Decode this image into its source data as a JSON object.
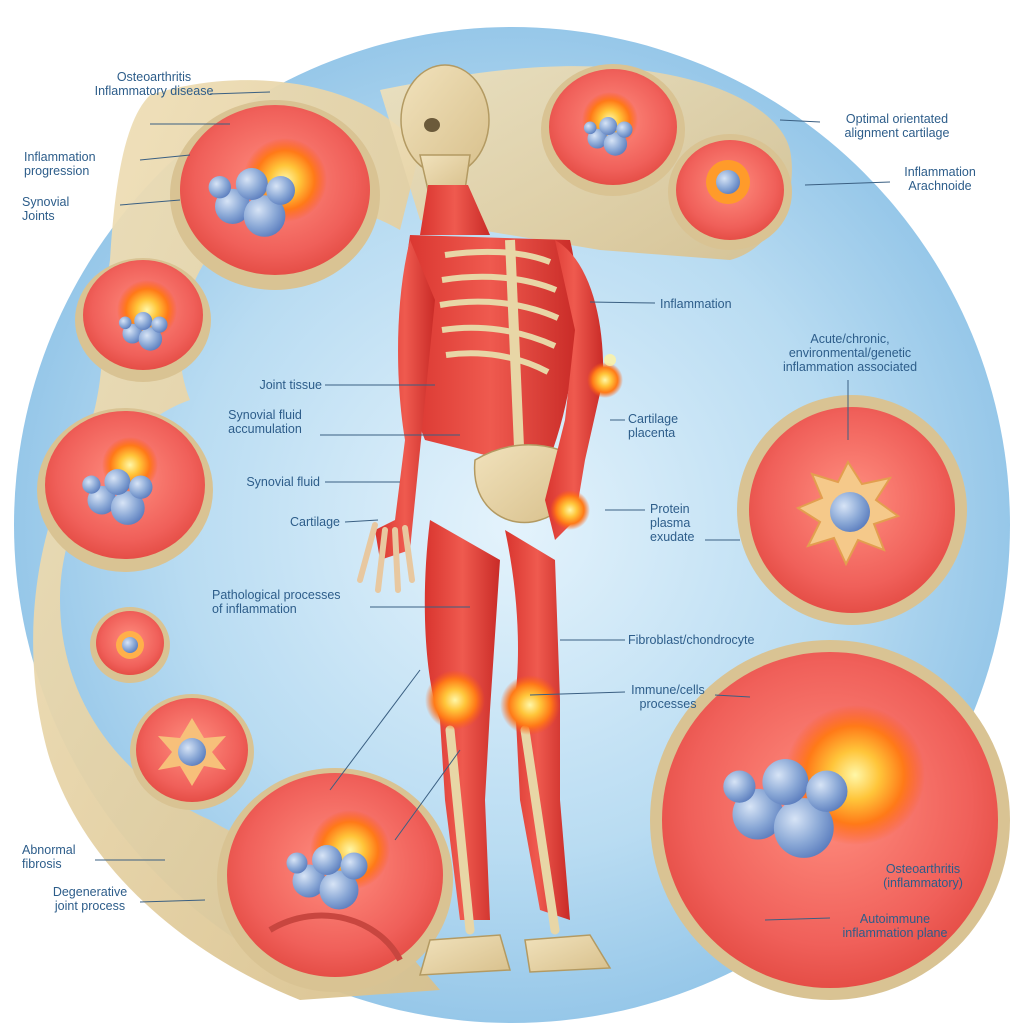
{
  "labels": {
    "top_left_1": [
      "Osteoarthritis",
      "Inflammatory disease"
    ],
    "top_left_2": [
      "Inflammation",
      "progression"
    ],
    "top_left_3": [
      "Synovial",
      "Joints"
    ],
    "top_right_1": [
      "Optimal orientated",
      "alignment cartilage"
    ],
    "top_right_2": [
      "Inflammation",
      "Arachnoide"
    ],
    "inflammation": [
      "Inflammation"
    ],
    "right_callout": [
      "Acute/chronic,",
      "environmental/genetic",
      "inflammation associated"
    ],
    "joint_cartilage": [
      "Joint tissue"
    ],
    "synovial_accumulation": [
      "Synovial fluid",
      "accumulation"
    ],
    "cartilage_placenta": [
      "Cartilage",
      "placenta"
    ],
    "synovial_fluid": [
      "Synovial fluid"
    ],
    "cartilage": [
      "Cartilage"
    ],
    "protein_placenta": [
      "Protein",
      "plasma",
      "exudate"
    ],
    "pathological_process": [
      "Pathological processes",
      "of inflammation"
    ],
    "fibroblast": [
      "Fibroblast/chondrocyte"
    ],
    "immune_processes": [
      "Immune/cells",
      "processes"
    ],
    "bottom_left_1": [
      "Abnormal",
      "fibrosis"
    ],
    "bottom_left_2": [
      "Degenerative",
      "joint process"
    ],
    "bottom_right_1": [
      "Osteoarthritis",
      "(inflammatory)"
    ],
    "bottom_right_2": [
      "Autoimmune",
      "inflammation plane"
    ]
  },
  "colors": {
    "sky_blue": "#a7d3ee",
    "tissue_red": "#f0605a",
    "bone_beige": "#e6d3a8",
    "inflame_orange": "#ff8a1a",
    "cell_blue": "#7d9fd0",
    "label_blue": "#2d5d8a"
  },
  "icons": [
    "skeleton-muscle-figure",
    "inflamed-joint-glow",
    "cell-cluster",
    "tissue-cross-section"
  ]
}
